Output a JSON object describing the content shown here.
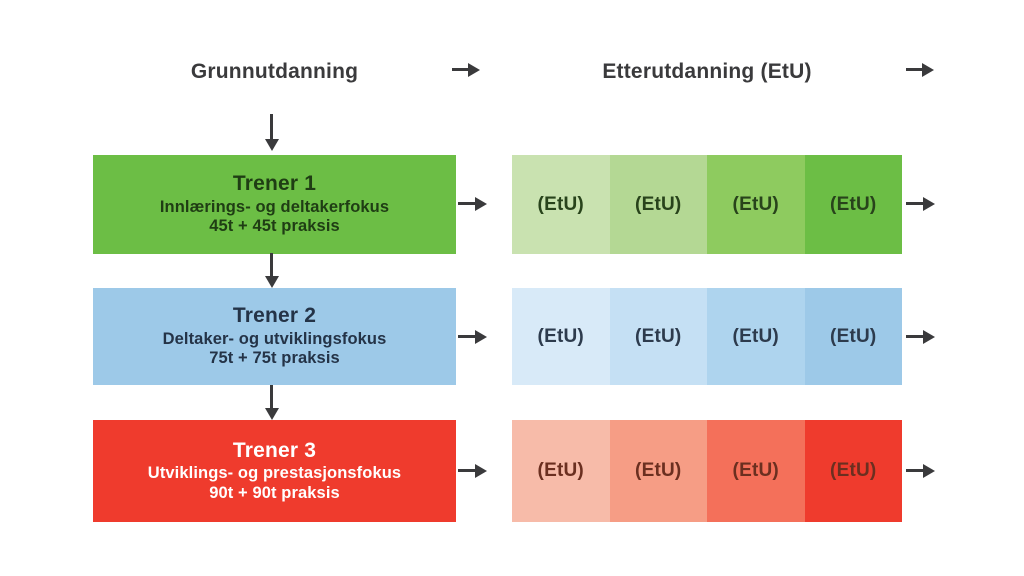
{
  "headers": [
    {
      "label": "Grunnutdanning",
      "arrow": "arrow-right-icon"
    },
    {
      "label": "Etterutdanning (EtU)",
      "arrow": "arrow-right-icon"
    }
  ],
  "levels": [
    {
      "title": "Trener 1",
      "subtitle": "Innlærings- og deltakerfokus",
      "hours": "45t + 45t praksis",
      "box_color": "#6cbe45",
      "text_color": "#1f3d14",
      "etu_label": "(EtU)",
      "etu_cells": [
        {
          "label": "(EtU)",
          "color": "#c9e2b0"
        },
        {
          "label": "(EtU)",
          "color": "#b4d894"
        },
        {
          "label": "(EtU)",
          "color": "#8ecb5f"
        },
        {
          "label": "(EtU)",
          "color": "#6cbe45"
        }
      ],
      "etu_text_color": "#28431b"
    },
    {
      "title": "Trener 2",
      "subtitle": "Deltaker- og utviklingsfokus",
      "hours": "75t + 75t praksis",
      "box_color": "#9dc9e8",
      "text_color": "#243347",
      "etu_label": "(EtU)",
      "etu_cells": [
        {
          "label": "(EtU)",
          "color": "#d8eaf8"
        },
        {
          "label": "(EtU)",
          "color": "#c5e0f4"
        },
        {
          "label": "(EtU)",
          "color": "#aed4ee"
        },
        {
          "label": "(EtU)",
          "color": "#9dc9e8"
        }
      ],
      "etu_text_color": "#2d3b4d"
    },
    {
      "title": "Trener 3",
      "subtitle": "Utviklings- og prestasjonsfokus",
      "hours": "90t + 90t praksis",
      "box_color": "#ef3b2d",
      "text_color": "#ffffff",
      "etu_label": "(EtU)",
      "etu_cells": [
        {
          "label": "(EtU)",
          "color": "#f7bba9"
        },
        {
          "label": "(EtU)",
          "color": "#f69d85"
        },
        {
          "label": "(EtU)",
          "color": "#f4705a"
        },
        {
          "label": "(EtU)",
          "color": "#ef3b2d"
        }
      ],
      "etu_text_color": "#6b2f20"
    }
  ],
  "arrows": {
    "into_level_1": "arrow-down-icon",
    "level_1_to_2": "arrow-down-icon",
    "level_2_to_3": "arrow-down-icon",
    "level_to_etu": "arrow-right-icon",
    "etu_onward": "arrow-right-icon"
  },
  "colors": {
    "background": "#ffffff",
    "arrow": "#3a3a3c",
    "header_text": "#3a3a3c",
    "green": "#6cbe45",
    "blue": "#9dc9e8",
    "red": "#ef3b2d"
  }
}
